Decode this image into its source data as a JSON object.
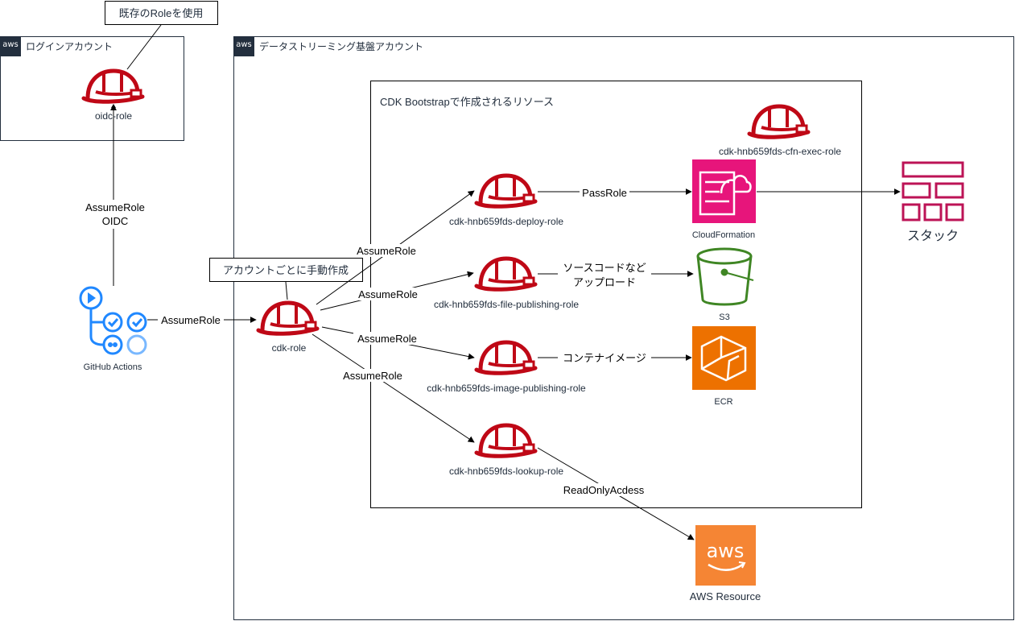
{
  "groups": {
    "login_account": "ログインアカウント",
    "streaming_account": "データストリーミング基盤アカウント",
    "bootstrap": "CDK Bootstrapで作成されるリソース"
  },
  "aws_badge": "aws",
  "notes": {
    "existing_role": "既存のRoleを使用",
    "manual_create": "アカウントごとに手動作成"
  },
  "nodes": {
    "oidc_role": "oidc-role",
    "github_actions": "GitHub Actions",
    "cdk_role": "cdk-role",
    "deploy_role": "cdk-hnb659fds-deploy-role",
    "file_publishing_role": "cdk-hnb659fds-file-publishing-role",
    "image_publishing_role": "cdk-hnb659fds-image-publishing-role",
    "lookup_role": "cdk-hnb659fds-lookup-role",
    "cfn_exec_role": "cdk-hnb659fds-cfn-exec-role",
    "cloudformation": "CloudFormation",
    "s3": "S3",
    "ecr": "ECR",
    "aws_resource": "AWS Resource",
    "aws_logo_text": "aws",
    "stack": "スタック"
  },
  "edges": {
    "assume_oidc_1": "AssumeRole",
    "assume_oidc_2": "OIDC",
    "gh_to_cdk": "AssumeRole",
    "cdk_to_deploy": "AssumeRole",
    "cdk_to_file": "AssumeRole",
    "cdk_to_image": "AssumeRole",
    "cdk_to_lookup": "AssumeRole",
    "pass_role": "PassRole",
    "source_code_1": "ソースコードなど",
    "source_code_2": "アップロード",
    "container_image": "コンテナイメージ",
    "read_only": "ReadOnlyAcdess"
  },
  "colors": {
    "role_red": "#bf0816",
    "cfn_pink": "#e7157b",
    "s3_green": "#3f8624",
    "ecr_orange": "#ed7100",
    "github_blue": "#2088ff",
    "stack_magenta": "#bc1356"
  }
}
